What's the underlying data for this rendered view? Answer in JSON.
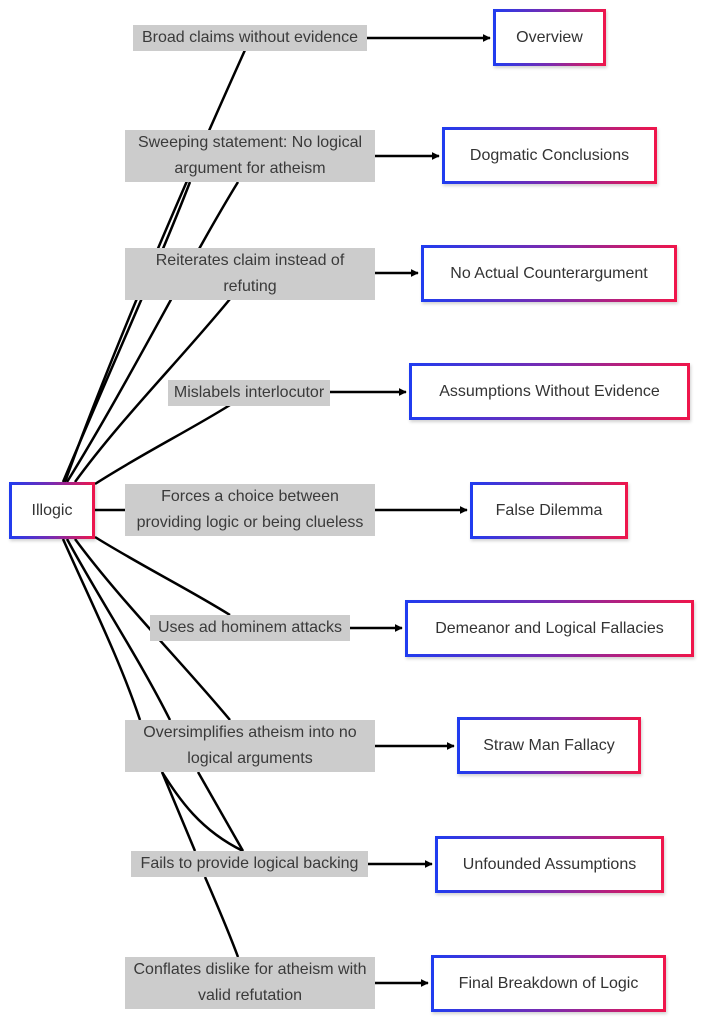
{
  "root": {
    "label": "Illogic"
  },
  "branches": [
    {
      "edge_label": "Broad claims without evidence",
      "target": "Overview"
    },
    {
      "edge_label": "Sweeping statement: No logical argument for atheism",
      "target": "Dogmatic Conclusions"
    },
    {
      "edge_label": "Reiterates claim instead of refuting",
      "target": "No Actual Counterargument"
    },
    {
      "edge_label": "Mislabels interlocutor",
      "target": "Assumptions Without Evidence"
    },
    {
      "edge_label": "Forces a choice between providing logic or being clueless",
      "target": "False Dilemma"
    },
    {
      "edge_label": "Uses ad hominem attacks",
      "target": "Demeanor and Logical Fallacies"
    },
    {
      "edge_label": "Oversimplifies atheism into no logical arguments",
      "target": "Straw Man Fallacy"
    },
    {
      "edge_label": "Fails to provide logical backing",
      "target": "Unfounded Assumptions"
    },
    {
      "edge_label": "Conflates dislike for atheism with valid refutation",
      "target": "Final Breakdown of Logic"
    }
  ],
  "colors": {
    "node_border_start": "#1f3cf0",
    "node_border_end": "#f0154a",
    "edge_label_bg": "#cccccc",
    "edge": "#000000"
  }
}
